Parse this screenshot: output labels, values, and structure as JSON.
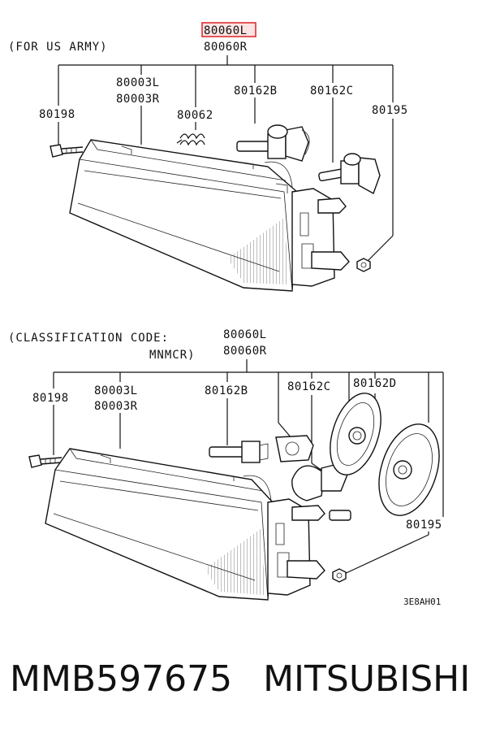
{
  "top": {
    "note": "(FOR US ARMY)",
    "assy_left": "80060L",
    "assy_right": "80060R",
    "parts": {
      "p80198": "80198",
      "p80003L": "80003L",
      "p80003R": "80003R",
      "p80062": "80062",
      "p80162B": "80162B",
      "p80162C": "80162C",
      "p80195": "80195"
    },
    "highlight_color": "#e03030"
  },
  "bottom": {
    "note_line1": "(CLASSIFICATION CODE:",
    "note_line2": "MNMCR)",
    "assy_left": "80060L",
    "assy_right": "80060R",
    "parts": {
      "p80198": "80198",
      "p80003L": "80003L",
      "p80003R": "80003R",
      "p80162B": "80162B",
      "p80162C": "80162C",
      "p80162D": "80162D",
      "p80195": "80195"
    },
    "diagram_code": "3E8AH01"
  },
  "footer": {
    "part_number": "MMB597675",
    "brand": "MITSUBISHI"
  }
}
